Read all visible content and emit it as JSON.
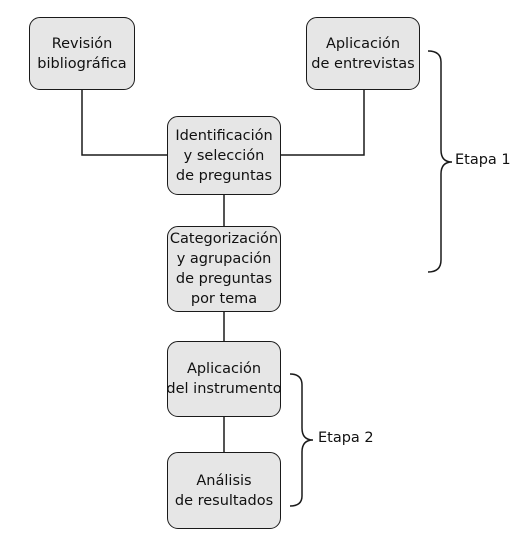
{
  "nodes": {
    "revision": {
      "lines": [
        "Revisión",
        "bibliográfica"
      ]
    },
    "aplicacion_entrevistas": {
      "lines": [
        "Aplicación",
        "de entrevistas"
      ]
    },
    "identificacion": {
      "lines": [
        "Identificación",
        "y selección",
        "de preguntas"
      ]
    },
    "categorizacion": {
      "lines": [
        "Categorización",
        "y agrupación",
        "de preguntas",
        "por tema"
      ]
    },
    "aplicacion_instrumento": {
      "lines": [
        "Aplicación",
        "del instrumento"
      ]
    },
    "analisis": {
      "lines": [
        "Análisis",
        "de resultados"
      ]
    }
  },
  "stages": {
    "etapa1": "Etapa 1",
    "etapa2": "Etapa 2"
  },
  "colors": {
    "node_fill": "#e6e6e6",
    "stroke": "#1a1a1a"
  }
}
